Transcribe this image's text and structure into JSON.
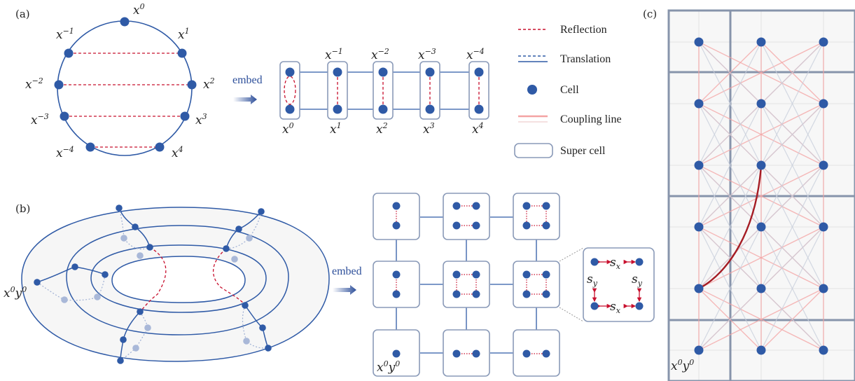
{
  "panels": {
    "a": "(a)",
    "b": "(b)",
    "c": "(c)"
  },
  "embed_label": "embed",
  "legend": {
    "reflection": "Reflection",
    "translation": "Translation",
    "cell": "Cell",
    "coupling": "Coupling line",
    "supercell": "Super cell"
  },
  "ring_nodes": [
    {
      "base": "x",
      "sup": "0"
    },
    {
      "base": "x",
      "sup": "1"
    },
    {
      "base": "x",
      "sup": "2"
    },
    {
      "base": "x",
      "sup": "3"
    },
    {
      "base": "x",
      "sup": "4"
    },
    {
      "base": "x",
      "sup": "−4"
    },
    {
      "base": "x",
      "sup": "−3"
    },
    {
      "base": "x",
      "sup": "−2"
    },
    {
      "base": "x",
      "sup": "−1"
    }
  ],
  "chain_top_labels": [
    {
      "base": "x",
      "sup": "−1"
    },
    {
      "base": "x",
      "sup": "−2"
    },
    {
      "base": "x",
      "sup": "−3"
    },
    {
      "base": "x",
      "sup": "−4"
    }
  ],
  "chain_bottom_labels": [
    {
      "base": "x",
      "sup": "0"
    },
    {
      "base": "x",
      "sup": "1"
    },
    {
      "base": "x",
      "sup": "2"
    },
    {
      "base": "x",
      "sup": "3"
    },
    {
      "base": "x",
      "sup": "4"
    }
  ],
  "torus_origin": {
    "x": "x",
    "xs": "0",
    "y": "y",
    "ys": "0"
  },
  "grid_origin": {
    "x": "x",
    "xs": "0",
    "y": "y",
    "ys": "0"
  },
  "lattice_origin": {
    "x": "x",
    "xs": "0",
    "y": "y",
    "ys": "0"
  },
  "inset": {
    "sx": "s",
    "sx_sub": "x",
    "sy": "s",
    "sy_sub": "y"
  },
  "colors": {
    "cell": "#2f5aa6",
    "translation": "#2f5aa6",
    "reflection": "#c8102e",
    "coupling": "#f4a3a3",
    "supercell_border": "#8a9ab8",
    "highlight": "#a51c24",
    "faded_cell": "#a9b8d8"
  }
}
